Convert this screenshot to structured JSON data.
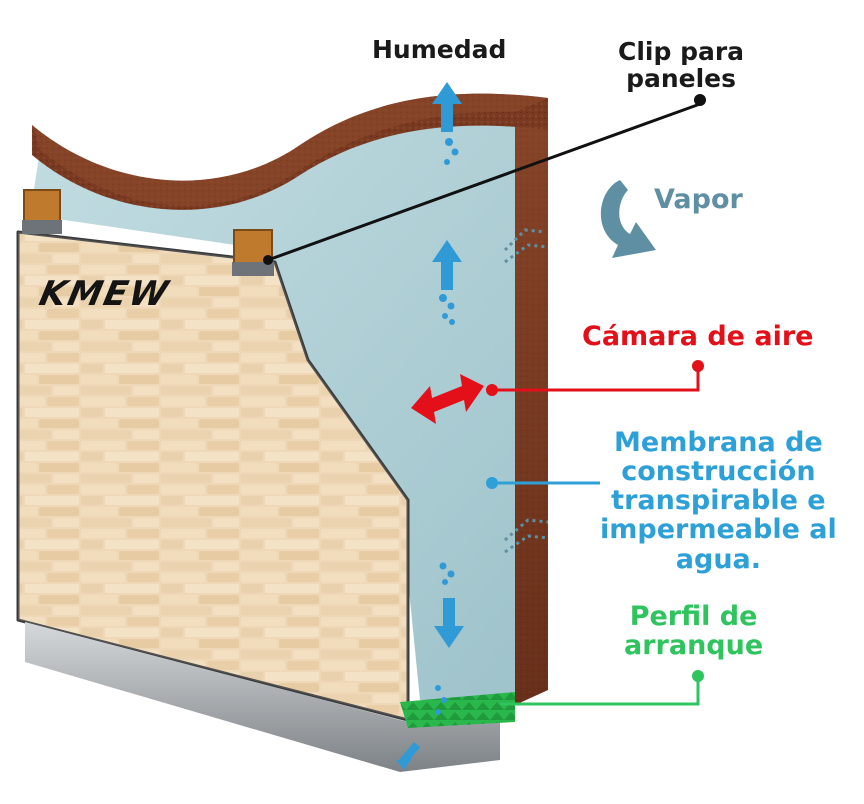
{
  "brand": "KMEW",
  "labels": {
    "humedad": "Humedad",
    "clip": [
      "Clip para",
      "paneles"
    ],
    "vapor": "Vapor",
    "camara": "Cámara de aire",
    "membrana": [
      "Membrana de",
      "construcción",
      "transpirable e",
      "impermeable al",
      "agua."
    ],
    "perfil": [
      "Perfil de",
      "arranque"
    ]
  },
  "colors": {
    "dark_label": "#1a1a1a",
    "vapor": "#5f8fa2",
    "camara": "#e3101a",
    "membrana": "#2ea0d8",
    "perfil": "#2fc45d",
    "membrane_fill": "#a9ccd3",
    "timber": "#7a3a22",
    "brick_panel": "#ead1ab",
    "rail": "#a9adb1",
    "green_profile": "#2ab84c",
    "arrow_blue": "#2f9ad6"
  },
  "icons": [
    "up-arrow-icon",
    "down-arrow-icon",
    "curved-vapor-arrow-icon",
    "double-arrow-icon",
    "water-drop-icon"
  ]
}
